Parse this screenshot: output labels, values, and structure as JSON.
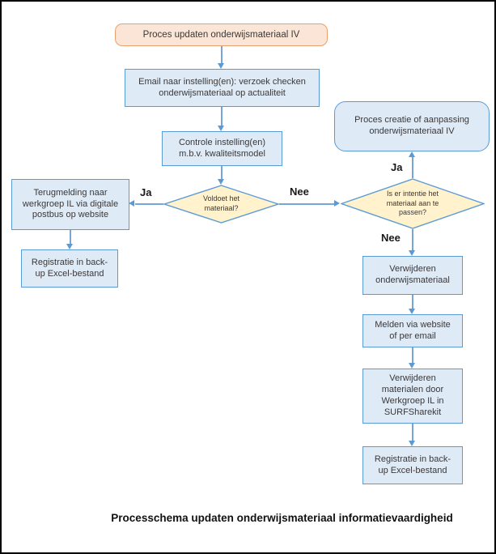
{
  "page": {
    "caption": "Processchema updaten onderwijsmateriaal informatievaardigheid"
  },
  "nodes": {
    "start": {
      "text": "Proces updaten onderwijsmateriaal IV"
    },
    "email": {
      "lines": [
        "Email naar instelling(en): verzoek checken",
        "onderwijsmateriaal op actualiteit"
      ]
    },
    "controle": {
      "lines": [
        "Controle instelling(en)",
        "m.b.v. kwaliteitsmodel"
      ]
    },
    "decision_voldoet": {
      "lines": [
        "Voldoet het",
        "materiaal?"
      ]
    },
    "terugmelding": {
      "lines": [
        "Terugmelding naar",
        "werkgroep IL via digitale",
        "postbus op website"
      ]
    },
    "registratie_links": {
      "lines": [
        "Registratie in back-",
        "up Excel-bestand"
      ]
    },
    "decision_intentie": {
      "lines": [
        "Is er intentie het",
        "materiaal aan te",
        "passen?"
      ]
    },
    "proces_creatie": {
      "lines": [
        "Proces creatie of aanpassing",
        "onderwijsmateriaal IV"
      ]
    },
    "verwijderen": {
      "lines": [
        "Verwijderen",
        "onderwijsmateriaal"
      ]
    },
    "melden": {
      "lines": [
        "Melden via website",
        "of per email"
      ]
    },
    "verwijderen_materialen": {
      "lines": [
        "Verwijderen",
        "materialen door",
        "Werkgroep IL in",
        "SURFSharekit"
      ]
    },
    "registratie_rechts": {
      "lines": [
        "Registratie in back-",
        "up Excel-bestand"
      ]
    }
  },
  "edge_labels": {
    "ja_links": "Ja",
    "nee_rechts": "Nee",
    "ja_boven": "Ja",
    "nee_onder": "Nee"
  },
  "colors": {
    "start_fill": "#FBE5D6",
    "start_border": "#E8A06E",
    "process_fill": "#DEEAF6",
    "process_border": "#5B9BD5",
    "decision_fill": "#FFF2CC",
    "connector": "#75A6DA",
    "text": "#3B3838"
  }
}
